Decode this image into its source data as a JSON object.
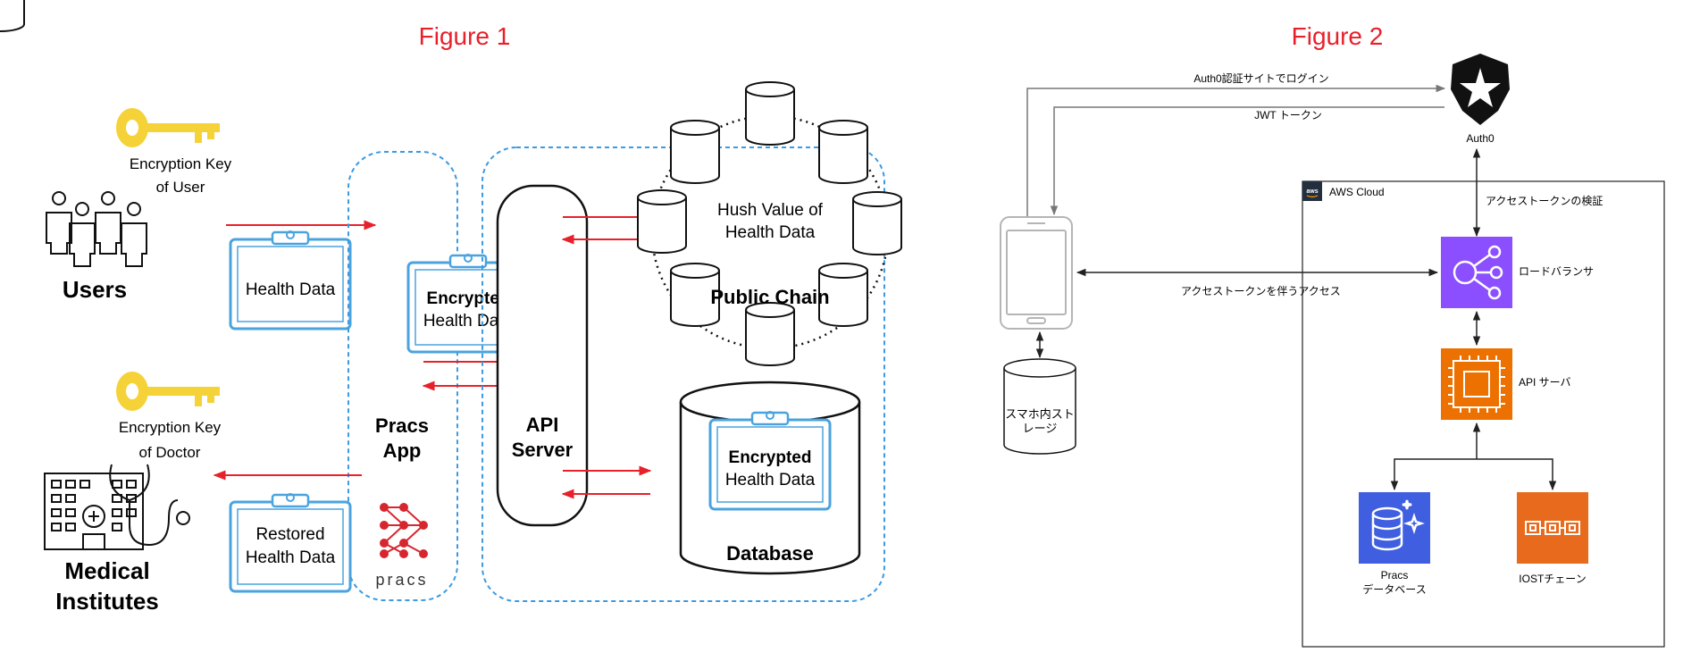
{
  "figure1": {
    "title": "Figure 1",
    "key_user_label_1": "Encryption Key",
    "key_user_label_2": "of User",
    "users_label": "Users",
    "health_data": "Health Data",
    "encrypted_line_1": "Encrypted",
    "encrypted_line_2": "Health Data",
    "app_line_1": "Pracs",
    "app_line_2": "App",
    "key_doctor_label_1": "Encryption Key",
    "key_doctor_label_2": "of Doctor",
    "medical_line_1": "Medical",
    "medical_line_2": "Institutes",
    "restored_line_1": "Restored",
    "restored_line_2": "Health Data",
    "pracs_logo_text": "pracs",
    "api_line_1": "API",
    "api_line_2": "Server",
    "hash_line_1": "Hush Value of",
    "hash_line_2": "Health Data",
    "public_chain": "Public Chain",
    "db_encrypted_1": "Encrypted",
    "db_encrypted_2": "Health Data",
    "database": "Database"
  },
  "figure2": {
    "title": "Figure 2",
    "auth0_login": "Auth0認証サイトでログイン",
    "jwt_token": "JWT トークン",
    "auth0": "Auth0",
    "aws_cloud": "AWS Cloud",
    "token_verify": "アクセストークンの検証",
    "load_balancer": "ロードバランサ",
    "access_with_token": "アクセストークンを伴うアクセス",
    "api_server": "API サーバ",
    "storage_line_1": "スマホ内スト",
    "storage_line_2": "レージ",
    "db_line_1": "Pracs",
    "db_line_2": "データベース",
    "iost_chain": "IOSTチェーン"
  },
  "colors": {
    "title_red": "#e8202a",
    "arrow_red": "#e8202a",
    "key_yellow": "#f5d238",
    "clipboard_blue": "#4aa3df",
    "dashed_blue": "#3b9ae1",
    "lb_purple": "#8c4fff",
    "ec2_orange": "#ed7100",
    "db_blue": "#3f5fe0",
    "iost_orange": "#e86a1c",
    "logo_red": "#d7262e"
  }
}
